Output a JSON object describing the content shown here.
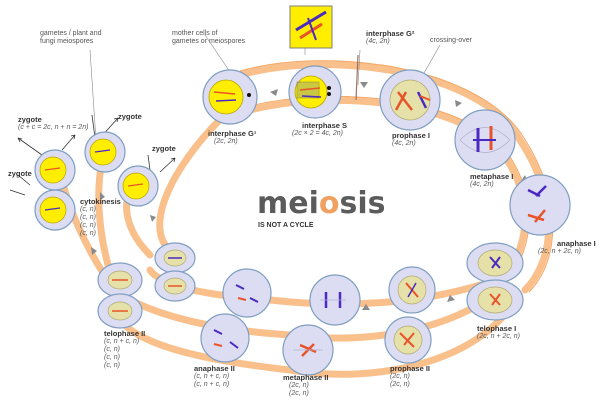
{
  "title": {
    "part1": "mei",
    "part2": "o",
    "part3": "sis",
    "subtitle": "IS NOT A CYCLE"
  },
  "labels": {
    "gametes": [
      "gametes / plant and",
      "fungi meiospores"
    ],
    "mother_cells": [
      "mother cells of",
      "gametes or meiospores"
    ],
    "crossing_over": "crossing-over",
    "interphase_g1": {
      "name": "interphase G¹",
      "sub": [
        "(2c, 2n)"
      ]
    },
    "interphase_s": {
      "name": "interphase S",
      "sub": [
        "(2c × 2 = 4c, 2n)"
      ]
    },
    "interphase_g2": {
      "name": "interphase G²",
      "sub": [
        "(4c, 2n)"
      ]
    },
    "prophase_1": {
      "name": "prophase I",
      "sub": [
        "(4c, 2n)"
      ]
    },
    "metaphase_1": {
      "name": "metaphase I",
      "sub": [
        "(4c, 2n)"
      ]
    },
    "anaphase_1": {
      "name": "anaphase I",
      "sub": [
        "(2c, n + 2c, n)"
      ]
    },
    "telophase_1": {
      "name": "telophase I",
      "sub": [
        "(2c, n + 2c, n)"
      ]
    },
    "prophase_2": {
      "name": "prophase II",
      "sub": [
        "(2c, n)",
        "(2c, n)"
      ]
    },
    "metaphase_2": {
      "name": "metaphase II",
      "sub": [
        "(2c, n)",
        "(2c, n)"
      ]
    },
    "anaphase_2": {
      "name": "anaphase II",
      "sub": [
        "(c, n + c, n)",
        "(c, n + c, n)"
      ]
    },
    "telophase_2": {
      "name": "telophase II",
      "sub": [
        "(c, n + c, n)",
        "(c, n)",
        "(c, n)",
        "(c, n)"
      ]
    },
    "cytokinesis": {
      "name": "cytokinesis",
      "sub": [
        "(c, n)",
        "(c, n)",
        "(c, n)",
        "(c, n)"
      ]
    },
    "zygote_top": "zygote",
    "zygote_left": {
      "name": "zygote",
      "sub": "(c + c = 2c, n + n = 2n)"
    },
    "zygote_mid_left": "zygote",
    "zygote_right": "zygote"
  },
  "colors": {
    "track": "#f9c08c",
    "track_stroke": "#f4a664",
    "cell_fill": "#dcdcf2",
    "cell_stroke": "#7f9ec0",
    "nucleus": "#ffee00",
    "nucleus_light": "#e6e1a8",
    "chrom_red": "#e8542a",
    "chrom_blue": "#4a2ac0",
    "arrow": "#8a8a8a"
  }
}
